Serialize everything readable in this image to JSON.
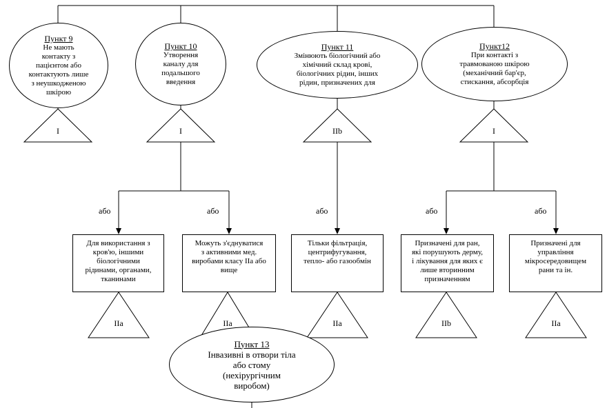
{
  "top_nodes": [
    {
      "title": "Пункт 9",
      "text": [
        "Не мають",
        "контакту з",
        "пацієнтом або",
        "контактують лише",
        "з неушкодженою",
        "шкірою"
      ],
      "class": "I"
    },
    {
      "title": "Пункт 10",
      "text": [
        "Утворення",
        "каналу для",
        "подальшого",
        "введення"
      ],
      "class": "I"
    },
    {
      "title": "Пункт 11",
      "text": [
        "Змінюють біологічний або",
        "хімічний склад крові,",
        "біологічних рідин, інших",
        "рідин, призначених для"
      ],
      "class": "IIb"
    },
    {
      "title": "Пункт12",
      "text": [
        "При контакті з",
        "травмованою шкірою",
        "(механічний бар'єр,",
        "стискання, абсорбція"
      ],
      "class": "I"
    }
  ],
  "branch_label": "або",
  "boxes": [
    {
      "text": [
        "Для використання  з",
        "кров'ю, іншими",
        "біологічними",
        "рідинами, органами,",
        "тканинами"
      ],
      "class": "IIa"
    },
    {
      "text": [
        "Можуть з'єднуватися",
        "з активними мед.",
        "виробами класу IIa або",
        "вище"
      ],
      "class": "IIa"
    },
    {
      "text": [
        "Тільки фільтрація,",
        "центрифугування,",
        "тепло- або газообмін"
      ],
      "class": "IIa"
    },
    {
      "text": [
        "Призначені для ран,",
        "які порушують дерму,",
        "і лікування для яких є",
        "лише вторинним",
        "призначенням"
      ],
      "class": "IIb"
    },
    {
      "text": [
        "Призначені для",
        "управління",
        "мікросередовищем",
        "рани та ін."
      ],
      "class": "IIa"
    }
  ],
  "bottom_node": {
    "title": "Пункт 13",
    "text": [
      "Інвазивні в отвори тіла",
      "або стому",
      "(нехірургічним",
      "виробом)"
    ]
  }
}
